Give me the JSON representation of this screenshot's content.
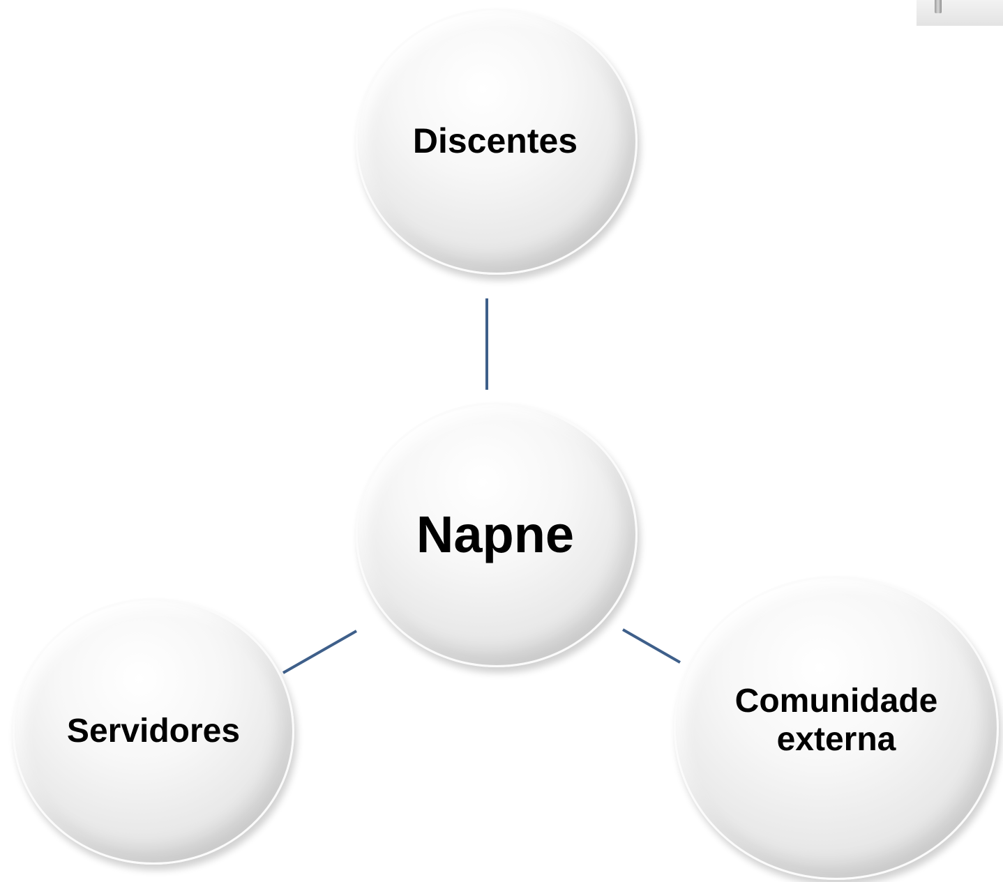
{
  "diagram": {
    "center": {
      "label": "Napne"
    },
    "nodes": [
      {
        "id": "discentes",
        "label": "Discentes"
      },
      {
        "id": "servidores",
        "label": "Servidores"
      },
      {
        "id": "comunidade-externa",
        "label": "Comunidade\nexterna"
      }
    ],
    "connector_color": "#3e5f8a"
  }
}
